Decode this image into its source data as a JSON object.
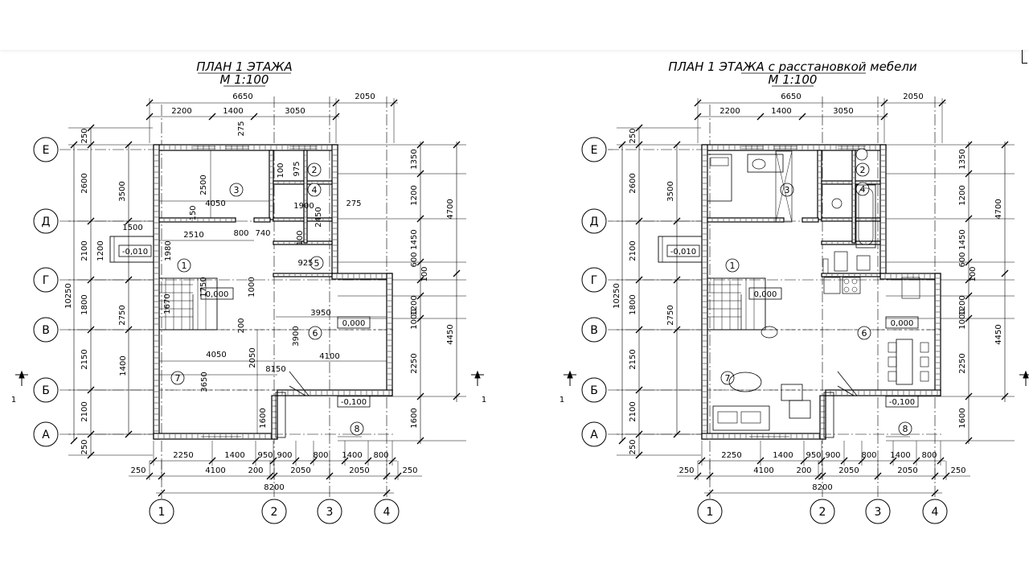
{
  "plans": [
    {
      "title": "ПЛАН 1 ЭТАЖА",
      "scale": "М 1:100",
      "axes_h": [
        "Е",
        "Д",
        "Г",
        "В",
        "Б",
        "А"
      ],
      "axes_v": [
        "1",
        "2",
        "3",
        "4"
      ],
      "section_mark": "1",
      "dims_top_total": "6650",
      "dims_top_right": "2050",
      "dims_top": [
        "2200",
        "1400",
        "3050"
      ],
      "dims_left_outer": [
        "250",
        "2600",
        "2100",
        "1800",
        "2150",
        "2100",
        "250"
      ],
      "dims_left_mid": [
        "3500",
        "2750"
      ],
      "dims_left_total": "10250",
      "dims_right_inner": [
        "1350",
        "1200",
        "1450",
        "600",
        "100",
        "1200",
        "1000",
        "2250",
        "1600"
      ],
      "dims_right_outer": [
        "4700",
        "4450"
      ],
      "dims_bottom_row1": [
        "2250",
        "1400",
        "950",
        "900",
        "800",
        "1400",
        "800"
      ],
      "dims_bottom_row2": [
        "250",
        "4100",
        "200",
        "2050",
        "2050",
        "250"
      ],
      "dims_bottom_total": "8200",
      "interior_dims": [
        "2500",
        "4050",
        "275",
        "1500",
        "2510",
        "800",
        "740",
        "1900",
        "3950",
        "4050",
        "4100",
        "8150",
        "3900",
        "3650",
        "2050",
        "1670",
        "1750",
        "1980",
        "1000",
        "100",
        "975",
        "2450",
        "150",
        "925",
        "1400",
        "1600",
        "200",
        "275",
        "100",
        "1200"
      ],
      "levels": [
        "-0,010",
        "0,000",
        "0,000",
        "-0,100"
      ],
      "rooms": [
        "1",
        "2",
        "3",
        "4",
        "5",
        "6",
        "7",
        "8"
      ]
    },
    {
      "title": "ПЛАН 1 ЭТАЖА с расстановкой мебели",
      "scale": "М 1:100",
      "axes_h": [
        "Е",
        "Д",
        "Г",
        "В",
        "Б",
        "А"
      ],
      "axes_v": [
        "1",
        "2",
        "3",
        "4"
      ],
      "section_mark": "1",
      "dims_top_total": "6650",
      "dims_top_right": "2050",
      "dims_top": [
        "2200",
        "1400",
        "3050"
      ],
      "dims_left_outer": [
        "250",
        "2600",
        "2100",
        "1800",
        "2150",
        "2100",
        "250"
      ],
      "dims_left_mid": [
        "3500",
        "2750"
      ],
      "dims_left_total": "10250",
      "dims_right_inner": [
        "1350",
        "1200",
        "1450",
        "600",
        "100",
        "1200",
        "1000",
        "2250",
        "1600"
      ],
      "dims_right_outer": [
        "4700",
        "4450"
      ],
      "dims_bottom_row1": [
        "2250",
        "1400",
        "950",
        "900",
        "800",
        "1400",
        "800"
      ],
      "dims_bottom_row2": [
        "250",
        "4100",
        "200",
        "2050",
        "2050",
        "250"
      ],
      "dims_bottom_total": "8200",
      "levels": [
        "-0,010",
        "0,000",
        "0,000",
        "-0,100"
      ],
      "rooms": [
        "1",
        "2",
        "3",
        "4",
        "6",
        "7",
        "8"
      ]
    }
  ],
  "colors": {
    "line": "#000000",
    "wall_fill": "#ffffff",
    "background": "#ffffff"
  }
}
